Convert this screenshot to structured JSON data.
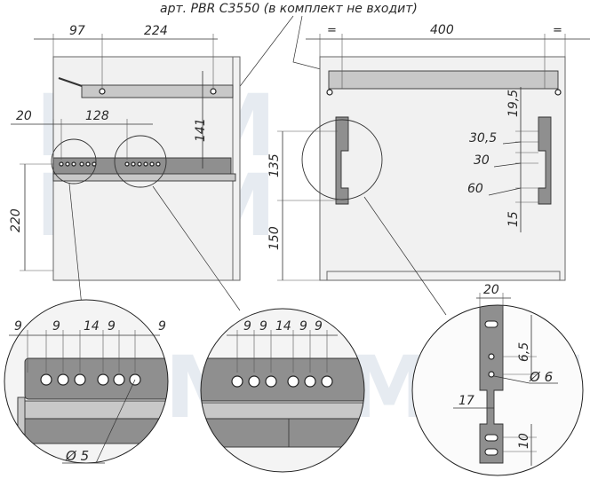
{
  "caption": "арт. PBR C3550 (в комплект не входит)",
  "top_dims": {
    "d97": "97",
    "d224": "224",
    "d400": "400",
    "eq_left": "=",
    "eq_right": "="
  },
  "left_view_dims": {
    "d20": "20",
    "d128": "128",
    "d141": "141",
    "d220": "220"
  },
  "right_view_dims": {
    "d19_5": "19,5",
    "d30_5": "30,5",
    "d30": "30",
    "d60": "60",
    "d15": "15",
    "d135": "135",
    "d150": "150"
  },
  "bracket_dims": {
    "d20": "20",
    "d6_5": "6,5",
    "phi6": "Ø 6",
    "d17": "17",
    "d10": "10"
  },
  "hole_dims_left": {
    "s1": "9",
    "s2": "9",
    "s3": "14",
    "s4": "9",
    "s5": "9",
    "phi5": "Ø 5"
  },
  "hole_dims_mid": {
    "s1": "9",
    "s2": "9",
    "s3": "14",
    "s4": "9",
    "s5": "9"
  },
  "watermark": "MDM"
}
